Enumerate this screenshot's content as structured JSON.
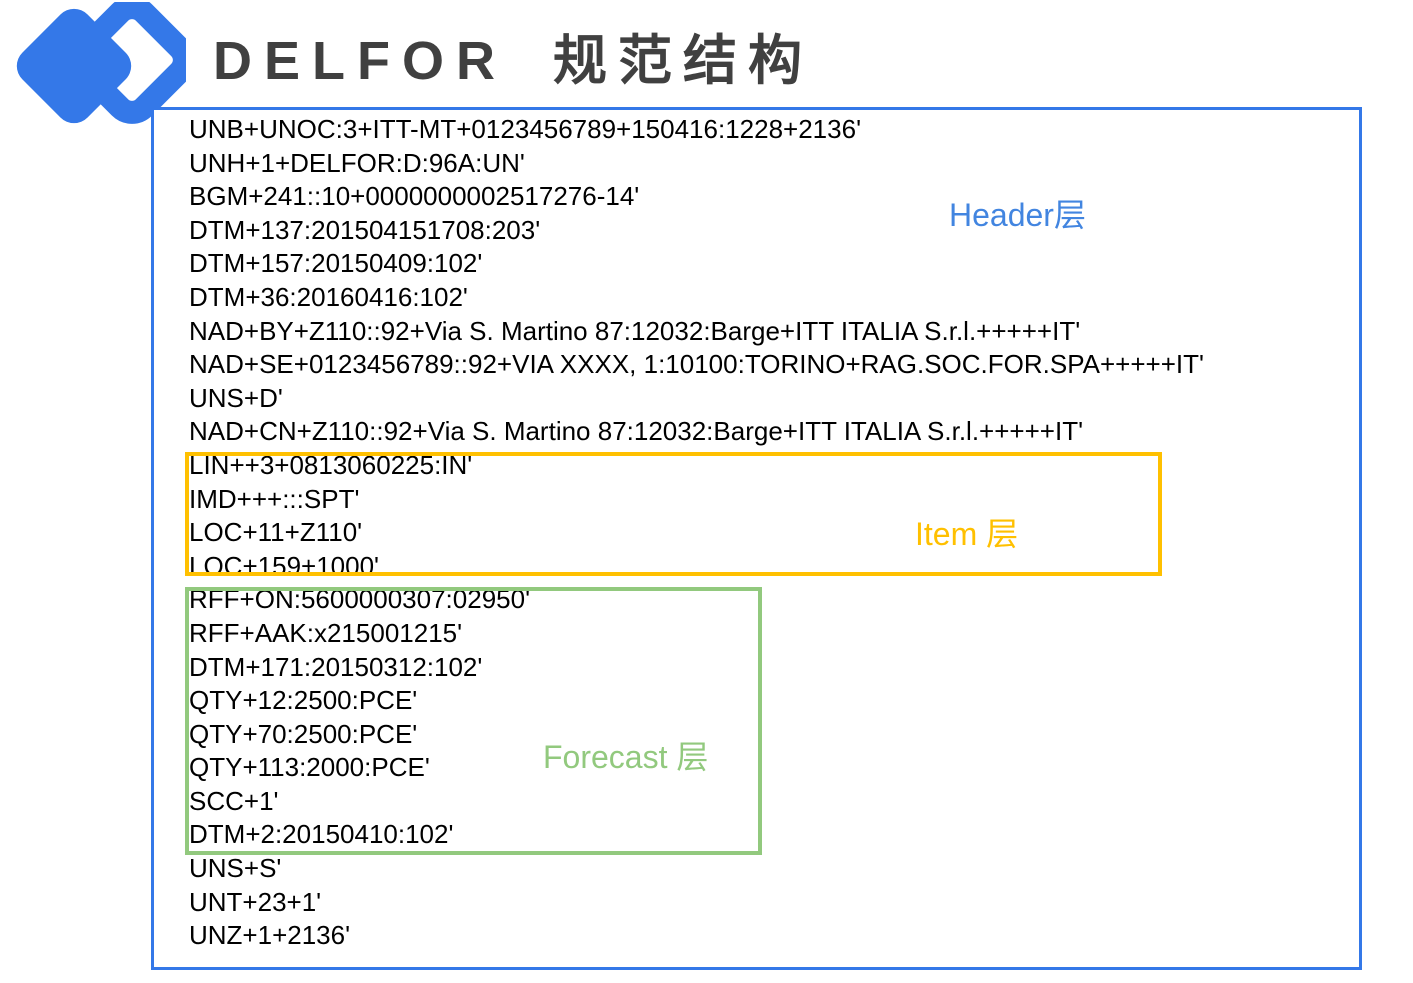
{
  "header": {
    "title_latin": "DELFOR",
    "title_cjk": "规范结构",
    "title_color": "#404040",
    "logo_icon": "overlapping-diamonds-logo",
    "logo_color": "#3478e8"
  },
  "frame": {
    "border_color": "#3478e8"
  },
  "edi_message": {
    "lines": [
      "UNB+UNOC:3+ITT-MT+0123456789+150416:1228+2136'",
      "UNH+1+DELFOR:D:96A:UN'",
      "BGM+241::10+0000000002517276-14'",
      "DTM+137:201504151708:203'",
      "DTM+157:20150409:102'",
      "DTM+36:20160416:102'",
      "NAD+BY+Z110::92+Via S. Martino 87:12032:Barge+ITT ITALIA S.r.l.+++++IT'",
      "NAD+SE+0123456789::92+VIA XXXX, 1:10100:TORINO+RAG.SOC.FOR.SPA+++++IT'",
      "UNS+D'",
      "NAD+CN+Z110::92+Via S. Martino 87:12032:Barge+ITT ITALIA S.r.l.+++++IT'",
      "LIN++3+0813060225:IN'",
      "IMD+++:::SPT'",
      "LOC+11+Z110'",
      "LOC+159+1000'",
      "RFF+ON:5600000307:02950'",
      "RFF+AAK:x215001215'",
      "DTM+171:20150312:102'",
      "QTY+12:2500:PCE'",
      "QTY+70:2500:PCE'",
      "QTY+113:2000:PCE'",
      "SCC+1'",
      "DTM+2:20150410:102'",
      "UNS+S'",
      "UNT+23+1'",
      "UNZ+1+2136'"
    ]
  },
  "layers": [
    {
      "id": "header",
      "label": "Header层",
      "color": "#4285e0"
    },
    {
      "id": "item",
      "label": "Item 层",
      "color": "#ffc000"
    },
    {
      "id": "forecast",
      "label": "Forecast 层",
      "color": "#92c97e"
    }
  ]
}
